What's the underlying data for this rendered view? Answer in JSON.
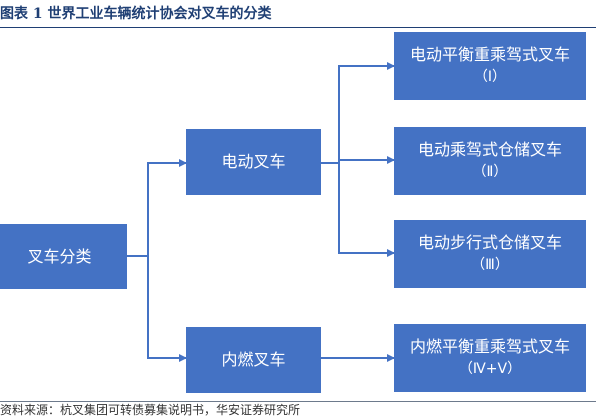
{
  "header": {
    "title": "图表 1 世界工业车辆统计协会对叉车的分类"
  },
  "diagram": {
    "root": {
      "label": "叉车分类"
    },
    "categories": [
      {
        "label": "电动叉车"
      },
      {
        "label": "内燃叉车"
      }
    ],
    "leaves": [
      {
        "label": "电动平衡重乘驾式叉车",
        "class": "（Ⅰ）"
      },
      {
        "label": "电动乘驾式仓储叉车",
        "class": "（Ⅱ）"
      },
      {
        "label": "电动步行式仓储叉车",
        "class": "（Ⅲ）"
      },
      {
        "label": "内燃平衡重乘驾式叉车",
        "class": "（Ⅳ+Ⅴ）"
      }
    ],
    "colors": {
      "node": "#4472c4",
      "connector": "#4472c4",
      "title": "#1f3f74"
    }
  },
  "footer": {
    "source": "资料来源：杭叉集团可转债募集说明书，华安证券研究所"
  }
}
